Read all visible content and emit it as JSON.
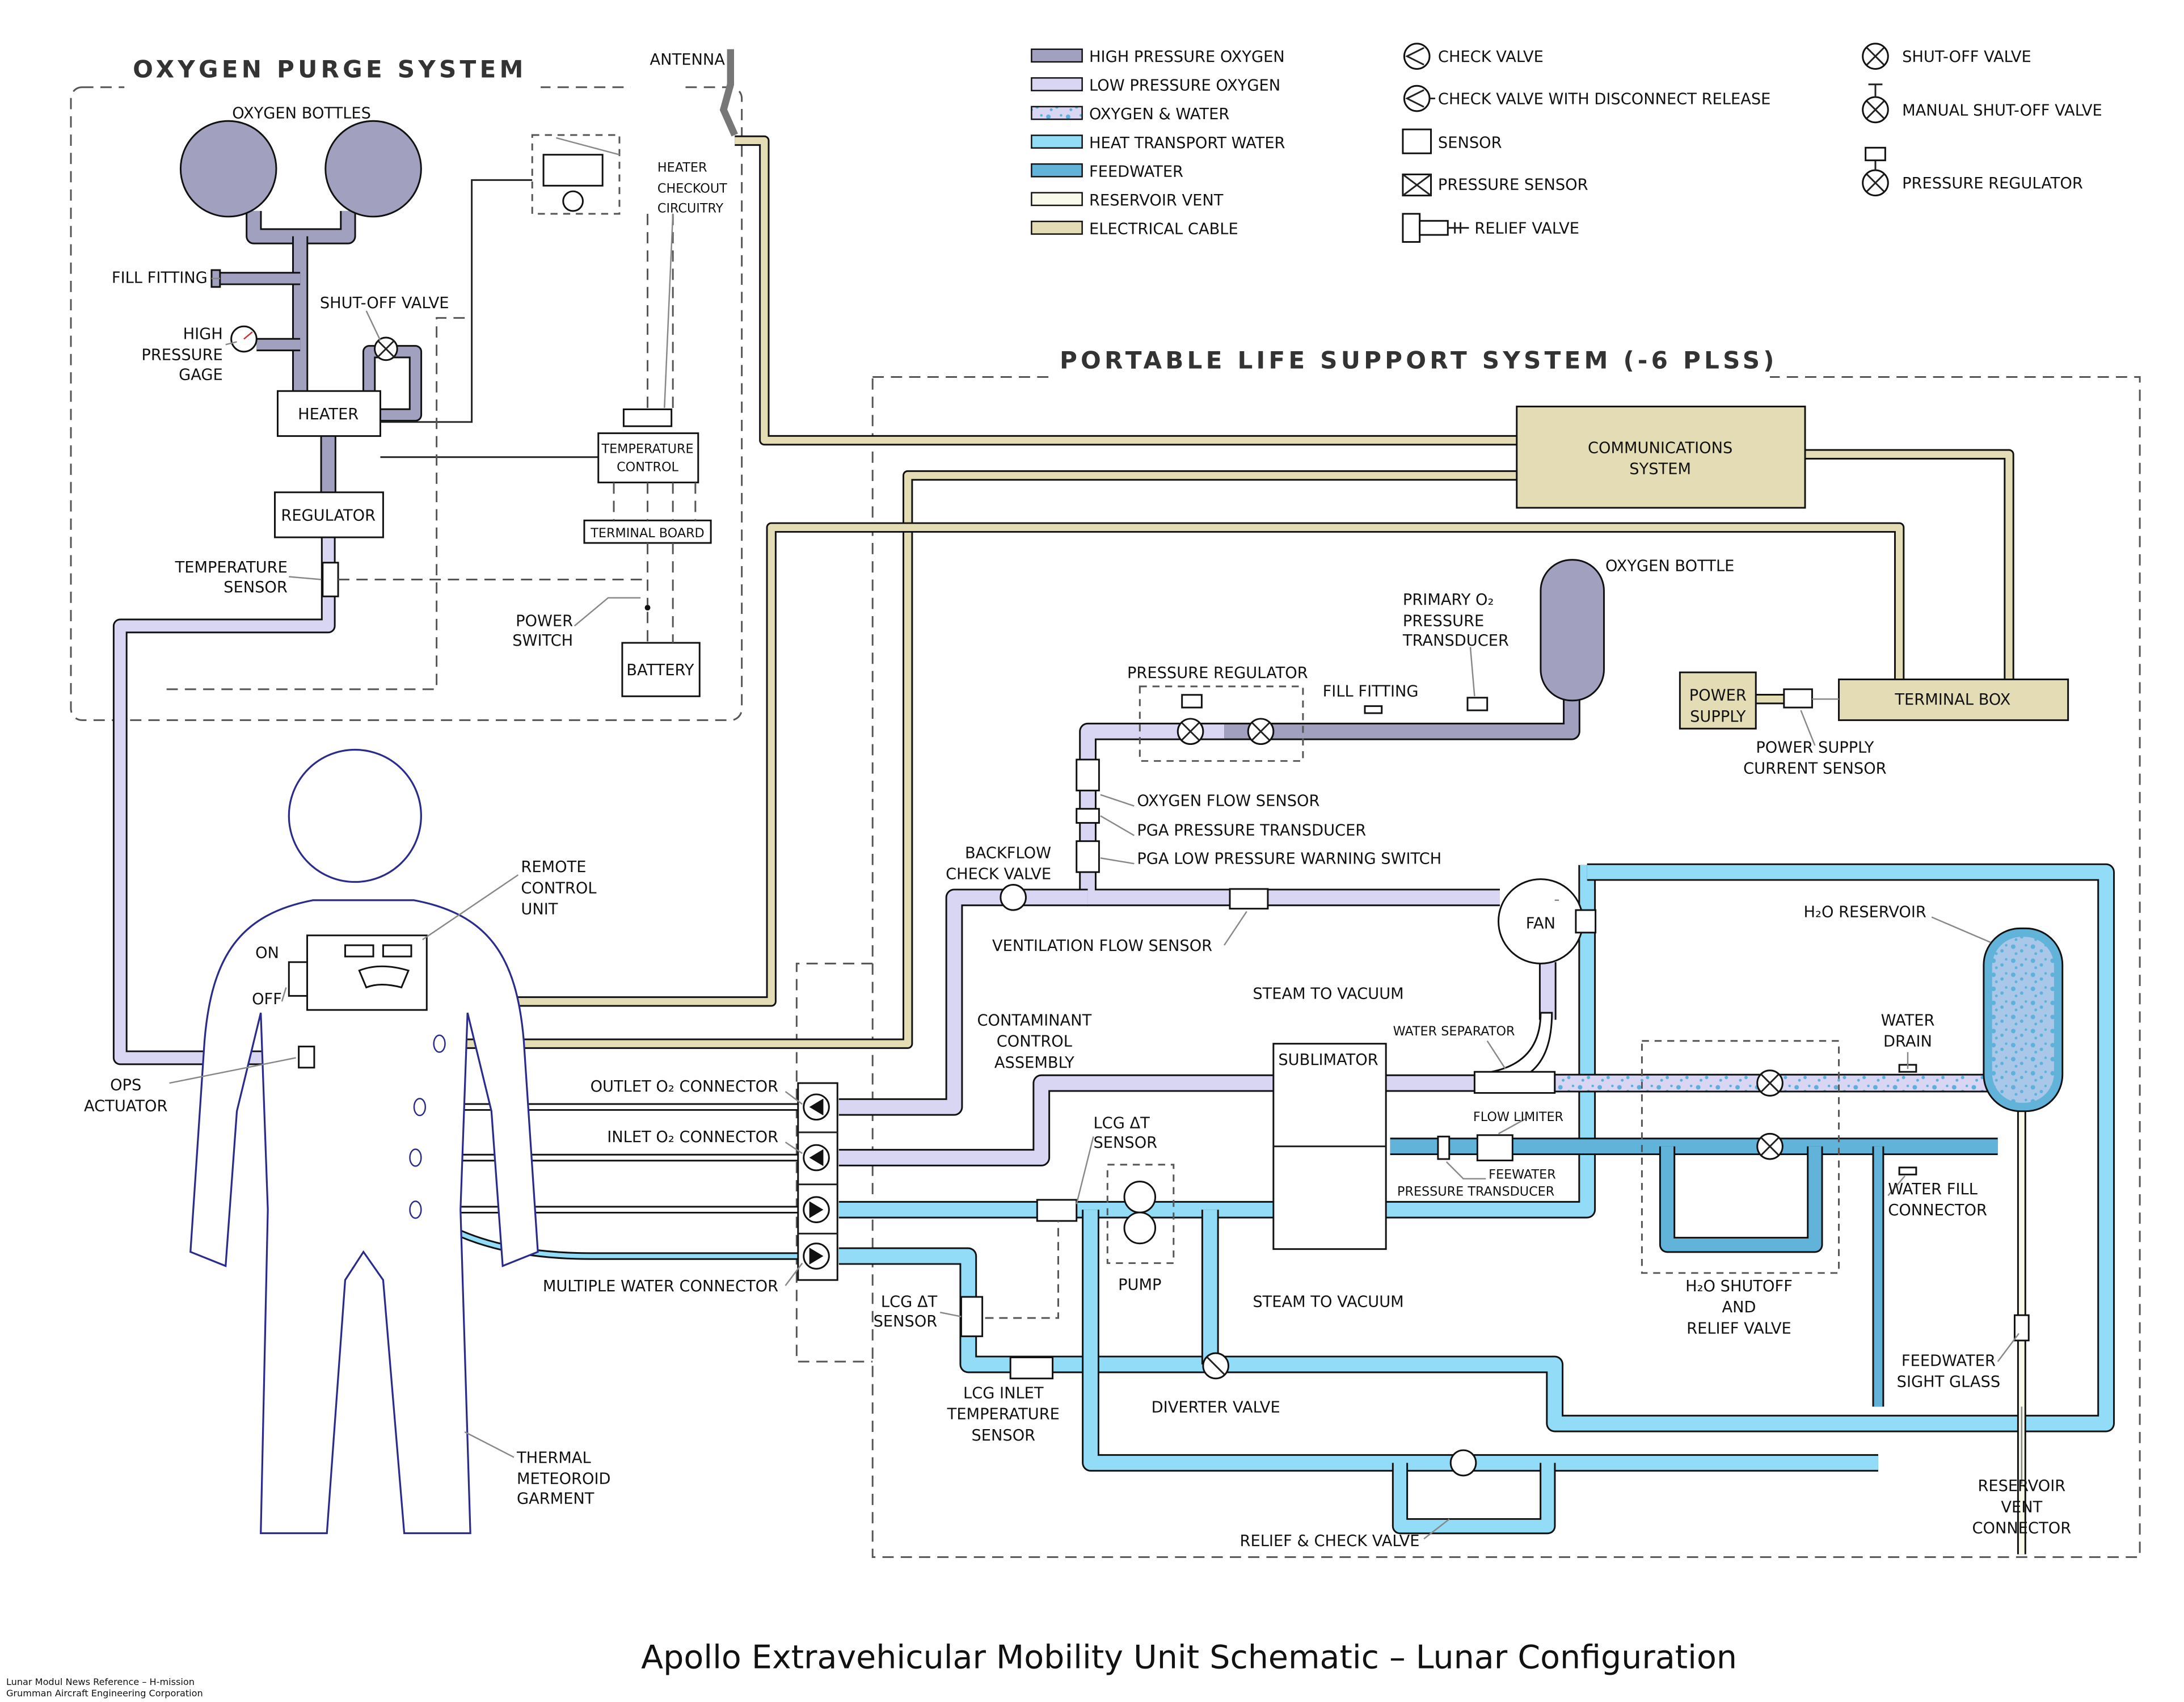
{
  "colors": {
    "high_pressure_oxygen": "#a1a0bf",
    "low_pressure_oxygen": "#d8d6f3",
    "oxygen_water": "#d8d6f3",
    "heat_transport_water": "#92dcf7",
    "feedwater": "#62b3d9",
    "reservoir_vent": "#fafaea",
    "electrical_cable": "#e3dcb5",
    "suit_outline": "#2b2b8c"
  },
  "legend": {
    "lines": [
      {
        "label": "HIGH PRESSURE OXYGEN",
        "color": "#a1a0bf"
      },
      {
        "label": "LOW PRESSURE OXYGEN",
        "color": "#d8d6f3"
      },
      {
        "label": "OXYGEN & WATER",
        "color": "#d8d6f3"
      },
      {
        "label": "HEAT TRANSPORT WATER",
        "color": "#92dcf7"
      },
      {
        "label": "FEEDWATER",
        "color": "#62b3d9"
      },
      {
        "label": "RESERVOIR VENT",
        "color": "#fafaea"
      },
      {
        "label": "ELECTRICAL CABLE",
        "color": "#e3dcb5"
      }
    ],
    "symbols": [
      {
        "label": "CHECK VALVE",
        "icon": "check-valve"
      },
      {
        "label": "CHECK VALVE WITH DISCONNECT RELEASE",
        "icon": "check-valve-disconnect"
      },
      {
        "label": "SENSOR",
        "icon": "sensor"
      },
      {
        "label": "PRESSURE SENSOR",
        "icon": "pressure-sensor"
      },
      {
        "label": "RELIEF VALVE",
        "icon": "relief-valve"
      },
      {
        "label": "SHUT-OFF VALVE",
        "icon": "shut-off-valve"
      },
      {
        "label": "MANUAL SHUT-OFF VALVE",
        "icon": "manual-shut-off-valve"
      },
      {
        "label": "PRESSURE REGULATOR",
        "icon": "pressure-regulator"
      }
    ]
  },
  "sections": {
    "ops_title": "OXYGEN PURGE SYSTEM",
    "plss_title": "PORTABLE LIFE SUPPORT SYSTEM (-6 PLSS)"
  },
  "labels": {
    "oxygen_bottles": "OXYGEN BOTTLES",
    "fill_fitting_ops": "FILL FITTING",
    "shut_off_valve": "SHUT-OFF VALVE",
    "high_pressure_gage": [
      "HIGH",
      "PRESSURE",
      "GAGE"
    ],
    "heater": "HEATER",
    "regulator": "REGULATOR",
    "temperature_sensor": [
      "TEMPERATURE",
      "SENSOR"
    ],
    "heater_checkout": [
      "HEATER",
      "CHECKOUT",
      "CIRCUITRY"
    ],
    "temperature_control": [
      "TEMPERATURE",
      "CONTROL"
    ],
    "terminal_board": "TERMINAL BOARD",
    "power_switch": [
      "POWER",
      "SWITCH"
    ],
    "battery": "BATTERY",
    "antenna": "ANTENNA",
    "communications": [
      "COMMUNICATIONS",
      "SYSTEM"
    ],
    "oxygen_bottle": "OXYGEN BOTTLE",
    "primary_o2": [
      "PRIMARY O₂",
      "PRESSURE",
      "TRANSDUCER"
    ],
    "pressure_regulator": "PRESSURE REGULATOR",
    "fill_fitting_plss": "FILL FITTING",
    "power_supply": [
      "POWER",
      "SUPPLY"
    ],
    "terminal_box": "TERMINAL BOX",
    "power_supply_sensor": [
      "POWER SUPPLY",
      "CURRENT SENSOR"
    ],
    "oxygen_flow_sensor": "OXYGEN FLOW SENSOR",
    "pga_pressure_transducer": "PGA PRESSURE TRANSDUCER",
    "pga_low_pressure": "PGA LOW PRESSURE WARNING SWITCH",
    "backflow_check_valve": [
      "BACKFLOW",
      "CHECK VALVE"
    ],
    "ventilation_flow_sensor": "VENTILATION FLOW SENSOR",
    "fan": "FAN",
    "h2o_reservoir": "H₂O RESERVOIR",
    "steam_to_vacuum_top": "STEAM TO VACUUM",
    "water_separator": "WATER SEPARATOR",
    "contaminant_control": [
      "CONTAMINANT",
      "CONTROL",
      "ASSEMBLY"
    ],
    "sublimator": "SUBLIMATOR",
    "water_drain": [
      "WATER",
      "DRAIN"
    ],
    "flow_limiter": "FLOW LIMITER",
    "feewater_transducer": [
      "FEEWATER",
      "PRESSURE TRANSDUCER"
    ],
    "lcg_dt_sensor_top": [
      "LCG ΔT",
      "SENSOR"
    ],
    "outlet_o2": "OUTLET O₂ CONNECTOR",
    "inlet_o2": "INLET O₂ CONNECTOR",
    "water_fill": [
      "WATER FILL",
      "CONNECTOR"
    ],
    "pump": "PUMP",
    "steam_to_vacuum_bottom": "STEAM TO VACUUM",
    "h2o_shutoff": [
      "H₂O SHUTOFF",
      "AND",
      "RELIEF VALVE"
    ],
    "multiple_water": "MULTIPLE WATER CONNECTOR",
    "lcg_dt_sensor_bottom": [
      "LCG ΔT",
      "SENSOR"
    ],
    "feedwater_sight_glass": [
      "FEEDWATER",
      "SIGHT GLASS"
    ],
    "diverter_valve": "DIVERTER VALVE",
    "lcg_inlet": [
      "LCG INLET",
      "TEMPERATURE",
      "SENSOR"
    ],
    "reservoir_vent_connector": [
      "RESERVOIR",
      "VENT",
      "CONNECTOR"
    ],
    "relief_check_valve": "RELIEF & CHECK VALVE",
    "remote_control_unit": [
      "REMOTE",
      "CONTROL",
      "UNIT"
    ],
    "on": "ON",
    "off": "OFF",
    "ops_actuator": [
      "OPS",
      "ACTUATOR"
    ],
    "thermal_garment": [
      "THERMAL",
      "METEOROID",
      "GARMENT"
    ]
  },
  "footer": {
    "title": "Apollo Extravehicular Mobility Unit Schematic – Lunar Configuration",
    "credit": [
      "Lunar Modul News Reference – H-mission",
      "Grumman Aircraft Engineering Corporation"
    ]
  }
}
